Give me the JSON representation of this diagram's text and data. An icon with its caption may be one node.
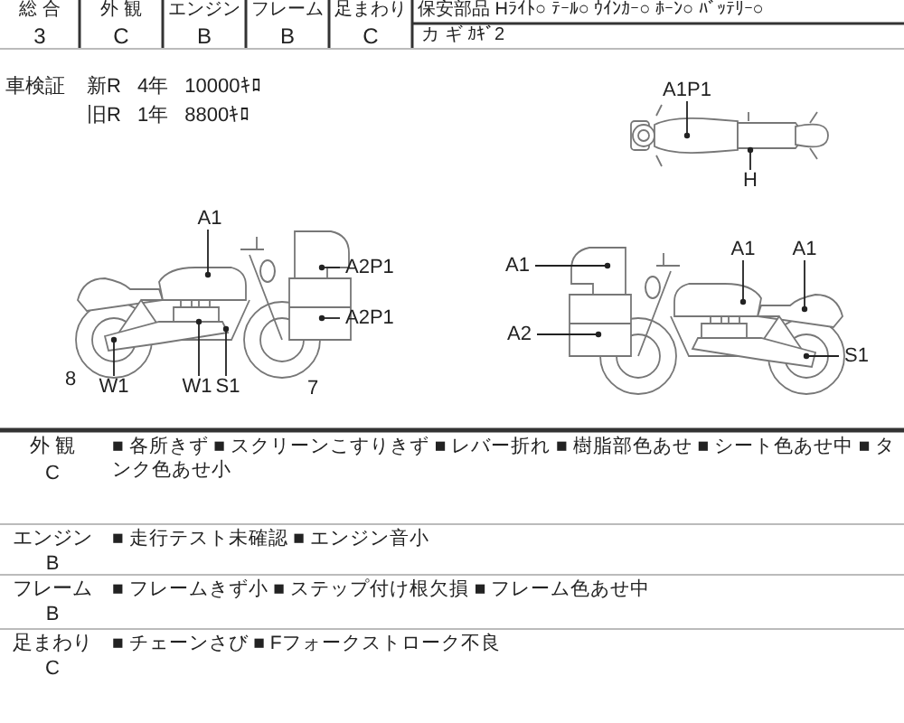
{
  "diagram": {
    "nodes": [
      {
        "text": [
          "A1P1"
        ]
      },
      {
        "text": [
          "H"
        ]
      },
      {
        "text": [
          "A1"
        ]
      },
      {
        "text": [
          "A2P1"
        ]
      },
      {
        "text": [
          "A2P1"
        ]
      },
      {
        "text": [
          "W1"
        ]
      },
      {
        "text": [
          "W1"
        ]
      },
      {
        "text": [
          "S1"
        ]
      },
      {
        "text": [
          "A1"
        ]
      },
      {
        "text": [
          "A2"
        ]
      },
      {
        "text": [
          "A1"
        ]
      },
      {
        "text": [
          "A1"
        ]
      },
      {
        "text": [
          "S1"
        ]
      },
      {
        "text": [],
        "shape": "picture"
      },
      {
        "text": [],
        "shape": "picture"
      },
      {
        "text": [],
        "shape": "picture"
      }
    ],
    "edges": [
      {
        "from": 0,
        "to": 13,
        "arrow": "other"
      },
      {
        "from": 1,
        "to": 13,
        "arrow": "other"
      },
      {
        "from": 2,
        "to": 14,
        "arrow": "other"
      },
      {
        "from": 3,
        "to": 14,
        "arrow": "other"
      },
      {
        "from": 4,
        "to": 14,
        "arrow": "other"
      },
      {
        "from": 5,
        "to": 14,
        "arrow": "other"
      },
      {
        "from": 6,
        "to": 14,
        "arrow": "other"
      },
      {
        "from": 7,
        "to": 14,
        "arrow": "other"
      },
      {
        "from": 8,
        "to": 15,
        "arrow": "other"
      },
      {
        "from": 9,
        "to": 15,
        "arrow": "other"
      },
      {
        "from": 10,
        "to": 15,
        "arrow": "other"
      },
      {
        "from": 11,
        "to": 15,
        "arrow": "other"
      },
      {
        "from": 12,
        "to": 15,
        "arrow": "other"
      }
    ],
    "labels": [
      "総 合",
      "外 観",
      "エンジン",
      "フレーム",
      "足まわり",
      "保安部品 Hﾗｲﾄ○ ﾃｰﾙ○ ｳｲﾝｶｰ○ ﾎｰﾝ○ ﾊﾞｯﾃﾘｰ○",
      "3",
      "C",
      "B",
      "B",
      "C",
      "カ ギ ｶｷﾞ2",
      "車検証",
      "新R 4年 10000ｷﾛ",
      "旧R 1年 8800ｷﾛ",
      "8",
      "7",
      "外 観",
      "C",
      "■ 各所きず ■ スクリーンこすりきず ■ レバー折れ ■ 樹脂部色あせ ■ シート色あせ中 ■ タンク色あせ小",
      "エンジン",
      "B",
      "■ 走行テスト未確認 ■ エンジン音小",
      "フレーム",
      "B",
      "■ フレームきず小 ■ ステップ付け根欠損 ■ フレーム色あせ中",
      "足まわり",
      "C",
      "■ チェーンさび ■ Fフォークストローク不良"
    ]
  }
}
